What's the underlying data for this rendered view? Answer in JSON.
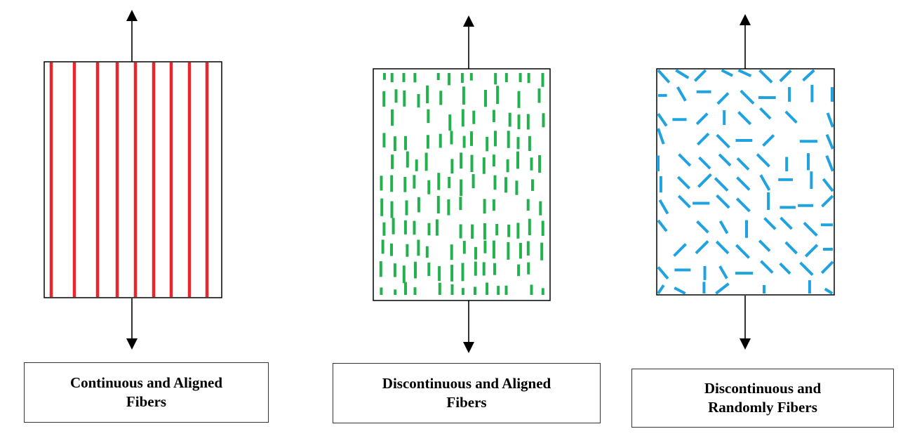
{
  "panels": [
    {
      "id": "continuous-aligned",
      "caption": [
        "Continuous and Aligned",
        "Fibers"
      ],
      "fiber_color": "#e8262b",
      "fiber_pattern": "continuous-aligned"
    },
    {
      "id": "discontinuous-aligned",
      "caption": [
        "Discontinuous and Aligned",
        "Fibers"
      ],
      "fiber_color": "#22b14c",
      "fiber_pattern": "discontinuous-aligned"
    },
    {
      "id": "discontinuous-random",
      "caption": [
        "Discontinuous and",
        "Randomly Fibers"
      ],
      "fiber_color": "#1ea3e0",
      "fiber_pattern": "discontinuous-random"
    }
  ],
  "colors": {
    "outline": "#000000",
    "arrow": "#000000",
    "background": "#ffffff"
  }
}
